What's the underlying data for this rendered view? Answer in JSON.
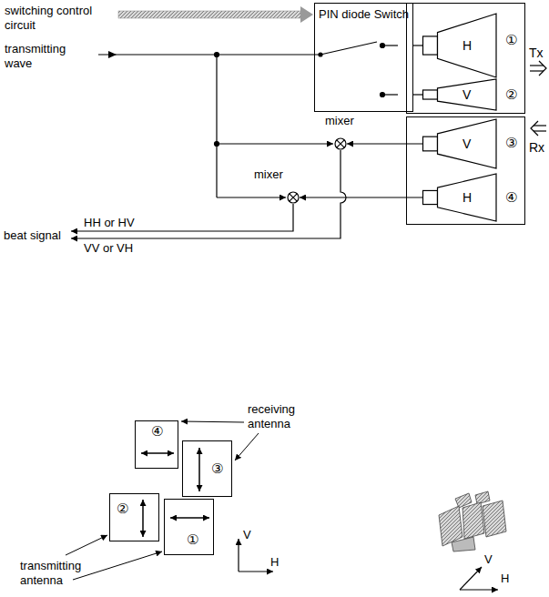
{
  "diagram": {
    "nodes": [
      {
        "text": [
          "PIN diode Switch"
        ]
      },
      {
        "text": [
          "①",
          "②"
        ]
      },
      {
        "text": [
          "H"
        ],
        "in": 1
      },
      {
        "text": [
          "V"
        ],
        "in": 1
      },
      {
        "text": [
          "③",
          "④"
        ]
      },
      {
        "text": [
          "V"
        ],
        "in": 4
      },
      {
        "text": [
          "H"
        ],
        "in": 4
      },
      {
        "text": [
          "mixer"
        ]
      },
      {
        "text": [
          "mixer"
        ]
      },
      {
        "text": [
          "④"
        ]
      },
      {
        "text": [
          "③"
        ]
      },
      {
        "text": [
          "②"
        ]
      },
      {
        "text": [
          "①"
        ]
      }
    ],
    "edges": [
      {
        "from": 0,
        "to": 2,
        "arrow": "none"
      },
      {
        "from": 0,
        "to": 3,
        "arrow": "none"
      },
      {
        "from": 5,
        "to": 7,
        "arrow": "to"
      },
      {
        "from": 6,
        "to": 8,
        "arrow": "to"
      }
    ],
    "labels": [
      "switching control circuit",
      "transmitting wave",
      "Tx",
      "Rx",
      "HH or HV",
      "VV or VH",
      "beat signal",
      "receiving antenna",
      "transmitting antenna",
      "V",
      "H",
      "V",
      "H"
    ]
  }
}
